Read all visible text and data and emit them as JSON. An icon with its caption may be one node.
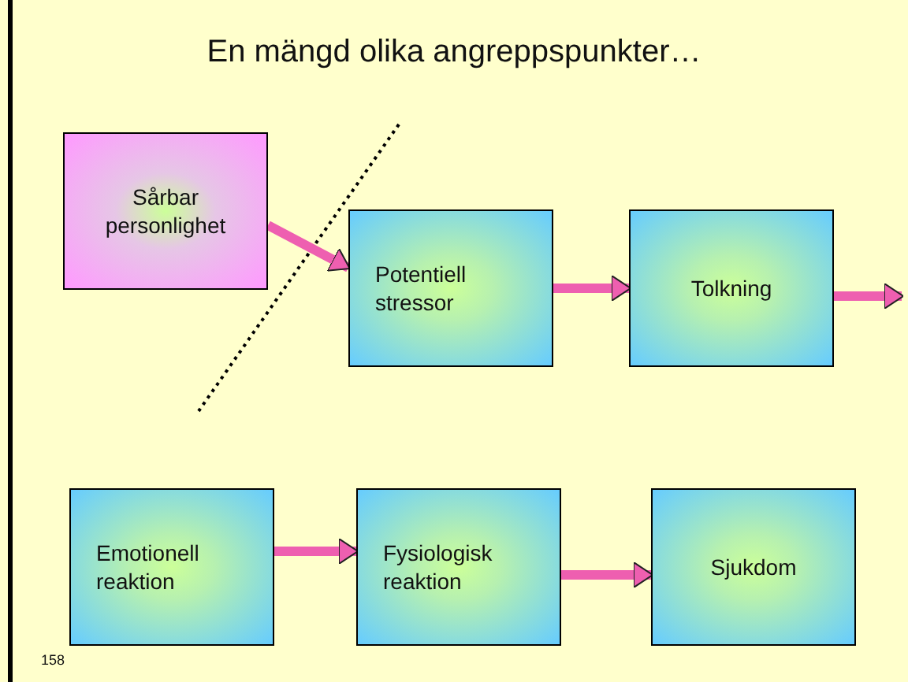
{
  "diagram": {
    "title": "En mängd olika angreppspunkter…",
    "nodes": [
      {
        "text": [
          "Sårbar personlighet"
        ]
      },
      {
        "text": [
          "Potentiell stressor"
        ]
      },
      {
        "text": [
          "Tolkning"
        ]
      },
      {
        "text": [
          "Emotionell reaktion"
        ]
      },
      {
        "text": [
          "Fysiologisk reaktion"
        ]
      },
      {
        "text": [
          "Sjukdom"
        ]
      }
    ],
    "edges": [
      {
        "from": 0,
        "to": 1,
        "arrow": "to"
      },
      {
        "from": 1,
        "to": 2,
        "arrow": "to"
      },
      {
        "from": 2,
        "to": null,
        "arrow": "to"
      },
      {
        "from": 3,
        "to": 4,
        "arrow": "to"
      },
      {
        "from": 4,
        "to": 5,
        "arrow": "to"
      }
    ],
    "labels": [
      "158"
    ]
  }
}
